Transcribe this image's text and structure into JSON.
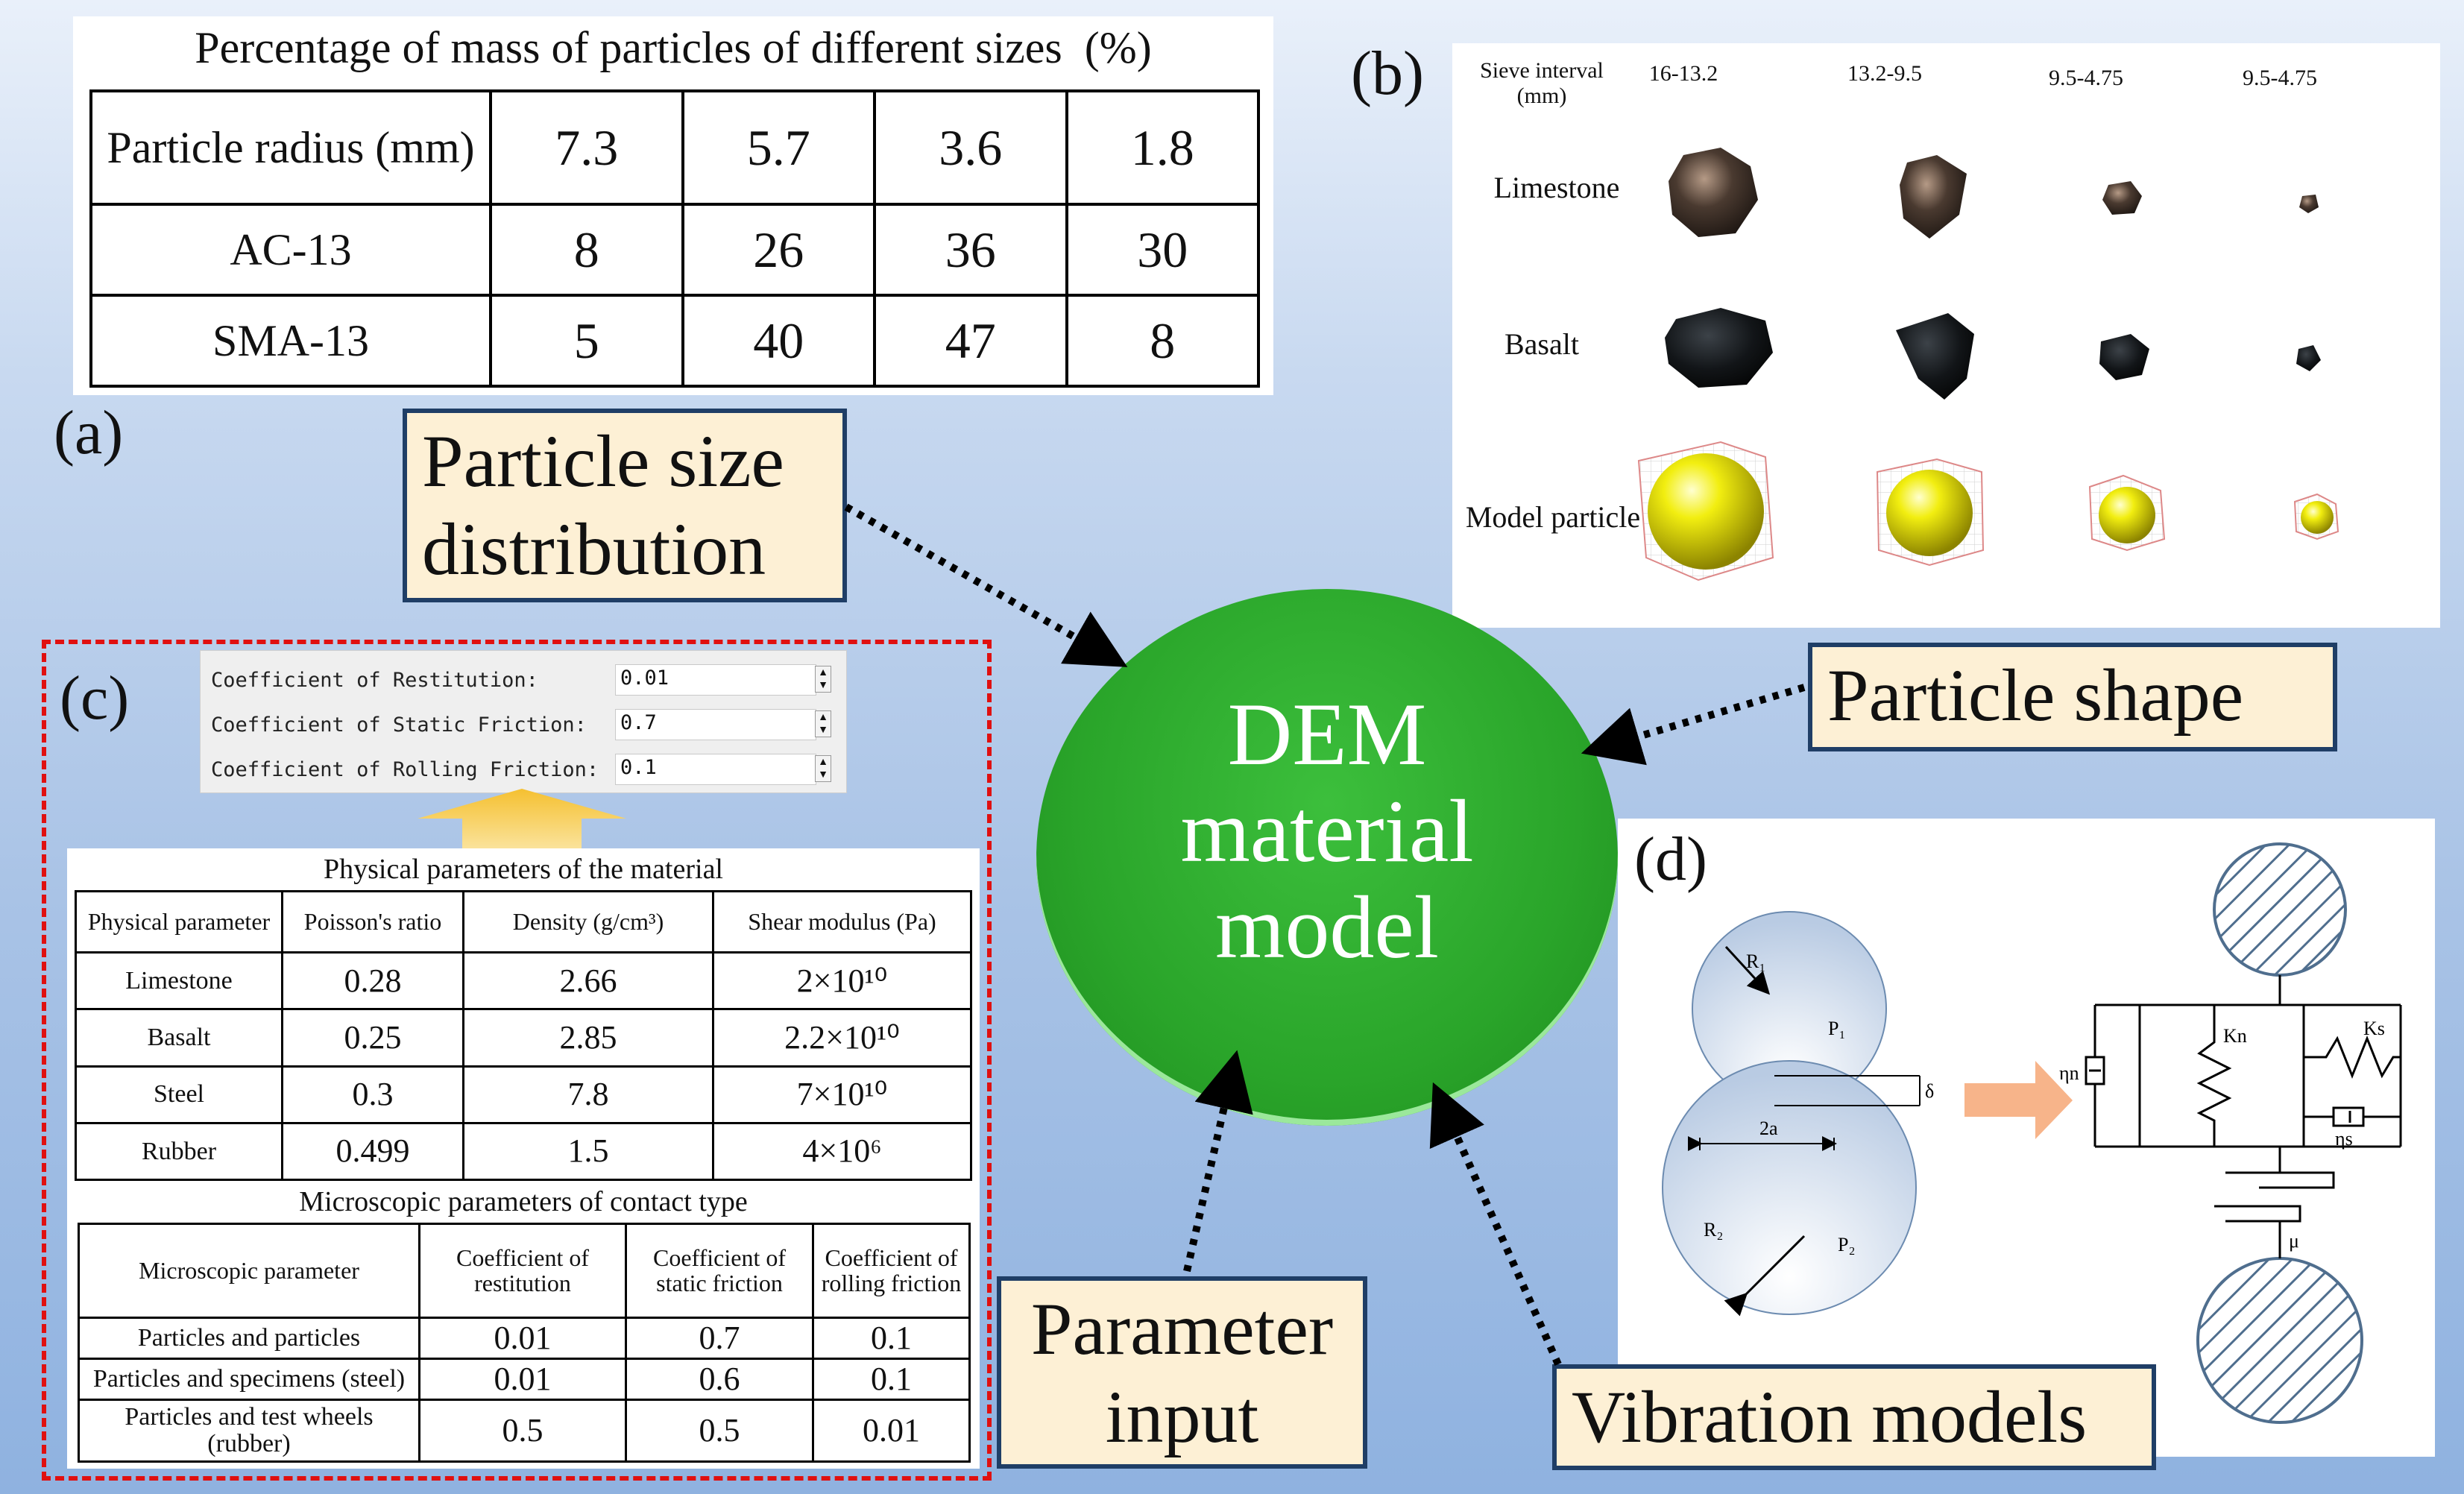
{
  "panel_labels": {
    "a": "(a)",
    "b": "(b)",
    "c": "(c)",
    "d": "(d)"
  },
  "panel_a": {
    "title": "Percentage of mass of particles of different sizes",
    "unit": "(%)",
    "header": {
      "label": "Particle radius (mm)",
      "values": [
        "7.3",
        "5.7",
        "3.6",
        "1.8"
      ]
    },
    "rows": [
      {
        "label": "AC-13",
        "values": [
          "8",
          "26",
          "36",
          "30"
        ]
      },
      {
        "label": "SMA-13",
        "values": [
          "5",
          "40",
          "47",
          "8"
        ]
      }
    ]
  },
  "panel_b": {
    "corner_label": "Sieve interval (mm)",
    "columns": [
      "16-13.2",
      "13.2-9.5",
      "9.5-4.75",
      "9.5-4.75"
    ],
    "rows": [
      "Limestone",
      "Basalt",
      "Model particle"
    ],
    "colors": {
      "limestone": "#4a3a30",
      "basalt": "#121518",
      "model_sphere": "#e8e000"
    }
  },
  "panel_c": {
    "gui": [
      {
        "label": "Coefficient of Restitution:",
        "value": "0.01"
      },
      {
        "label": "Coefficient of Static Friction:",
        "value": "0.7"
      },
      {
        "label": "Coefficient of Rolling Friction:",
        "value": "0.1"
      }
    ],
    "physical_title": "Physical parameters of the material",
    "physical_headers": [
      "Physical parameter",
      "Poisson's ratio",
      "Density (g/cm³)",
      "Shear modulus (Pa)"
    ],
    "physical_rows": [
      {
        "name": "Limestone",
        "poisson": "0.28",
        "density": "2.66",
        "modulus": "2×10¹⁰"
      },
      {
        "name": "Basalt",
        "poisson": "0.25",
        "density": "2.85",
        "modulus": "2.2×10¹⁰"
      },
      {
        "name": "Steel",
        "poisson": "0.3",
        "density": "7.8",
        "modulus": "7×10¹⁰"
      },
      {
        "name": "Rubber",
        "poisson": "0.499",
        "density": "1.5",
        "modulus": "4×10⁶"
      }
    ],
    "micro_title": "Microscopic parameters of contact type",
    "micro_headers": [
      "Microscopic parameter",
      "Coefficient of restitution",
      "Coefficient of static friction",
      "Coefficient of rolling friction"
    ],
    "micro_rows": [
      {
        "name": "Particles and particles",
        "restitution": "0.01",
        "static": "0.7",
        "rolling": "0.1"
      },
      {
        "name": "Particles and specimens (steel)",
        "restitution": "0.01",
        "static": "0.6",
        "rolling": "0.1"
      },
      {
        "name": "Particles and test wheels (rubber)",
        "restitution": "0.5",
        "static": "0.5",
        "rolling": "0.01"
      }
    ],
    "colors": {
      "dashed_border": "#e01010",
      "arrow": "#f5c030"
    }
  },
  "panel_d": {
    "labels": {
      "r1": "R₁",
      "p1": "P₁",
      "r2": "R₂",
      "p2": "P₂",
      "delta": "δ",
      "contact": "2a",
      "kn": "Kn",
      "ks": "Ks",
      "eta_n": "ηn",
      "eta_s": "ηs",
      "mu": "μ"
    },
    "colors": {
      "arrow": "#f7b48a",
      "hatch": "#4f6e8e"
    }
  },
  "callouts": {
    "size": "Particle size distribution",
    "shape": "Particle shape",
    "input": "Parameter input",
    "vibration": "Vibration models"
  },
  "center": {
    "text": "DEM material model",
    "color": "#2aa52a"
  }
}
